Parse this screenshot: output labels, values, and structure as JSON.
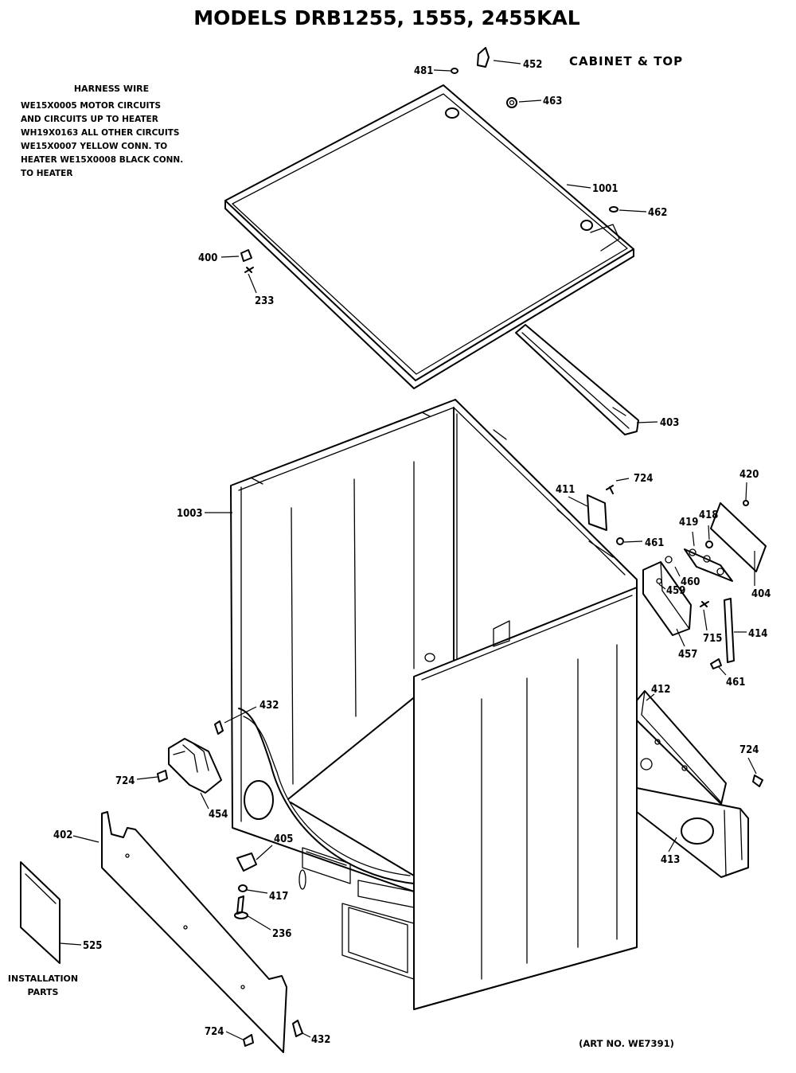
{
  "title": "MODELS DRB1255, 1555, 2455KAL",
  "section_title": "CABINET & TOP",
  "harness": {
    "heading": "HARNESS WIRE",
    "lines": [
      "WE15X0005 MOTOR CIRCUITS",
      "AND CIRCUITS UP TO HEATER",
      "WH19X0163 ALL OTHER CIRCUITS",
      "WE15X0007 YELLOW CONN. TO",
      "HEATER WE15X0008 BLACK CONN.",
      "TO HEATER"
    ]
  },
  "callouts": {
    "p481a": "481",
    "p452": "452",
    "p463": "463",
    "p1001": "1001",
    "p462": "462",
    "p400": "400",
    "p233": "233",
    "p403": "403",
    "p1003": "1003",
    "p724a": "724",
    "p411": "411",
    "p420": "420",
    "p419": "419",
    "p418": "418",
    "p461a": "461",
    "p460": "460",
    "p459": "459",
    "p404": "404",
    "p715": "715",
    "p414": "414",
    "p457": "457",
    "p461b": "461",
    "p412": "412",
    "p432a": "432",
    "p724b": "724",
    "p724c": "724",
    "p454": "454",
    "p402": "402",
    "p405": "405",
    "p413": "413",
    "p417": "417",
    "p236": "236",
    "p525": "525",
    "p724d": "724",
    "p432b": "432"
  },
  "installation_note": [
    "INSTALLATION",
    "PARTS"
  ],
  "art_number": "(ART NO. WE7391)"
}
